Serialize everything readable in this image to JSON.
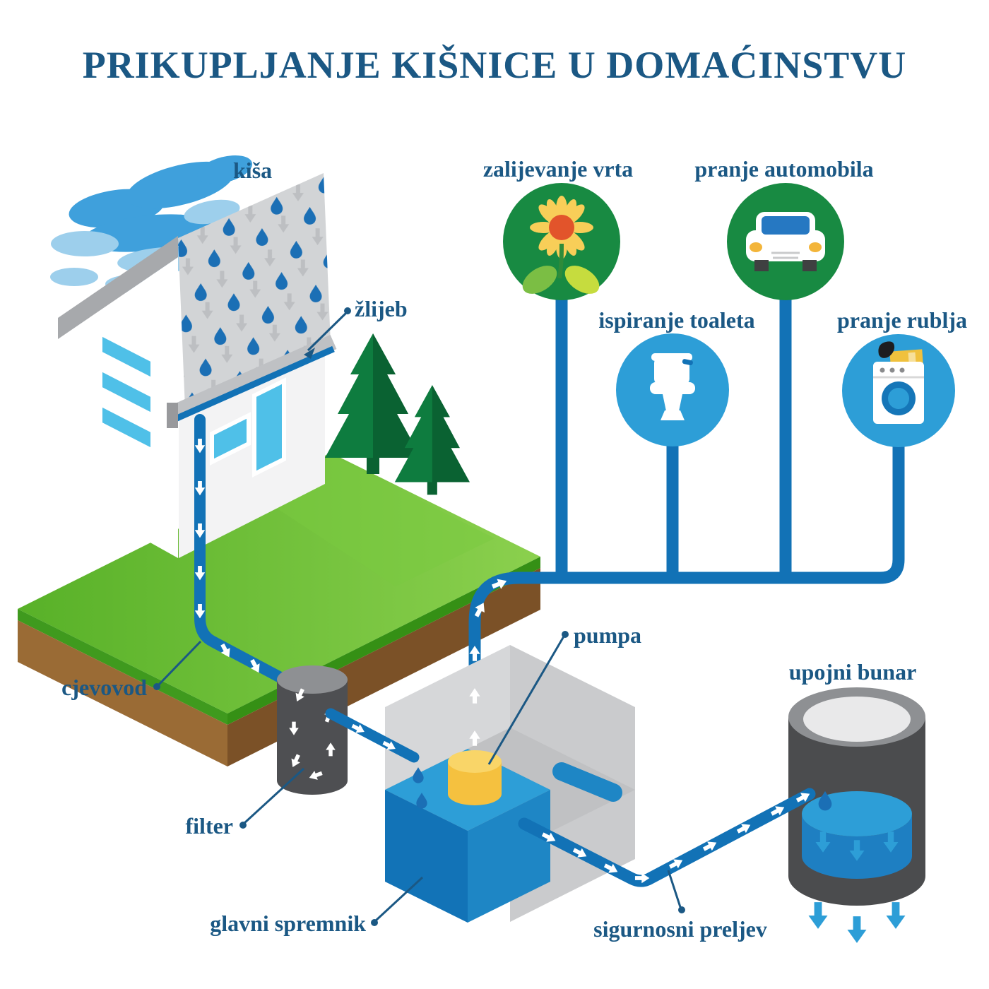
{
  "title": "PRIKUPLJANJE KIŠNICE U DOMAĆINSTVU",
  "labels": {
    "rain": "kiša",
    "gutter": "žlijeb",
    "downpipe": "cjevovod",
    "filter": "filter",
    "main_tank": "glavni spremnik",
    "pump": "pumpa",
    "safety_overflow": "sigurnosni preljev",
    "soakaway_well": "upojni bunar"
  },
  "uses": {
    "garden_watering": "zalijevanje vrta",
    "car_washing": "pranje automobila",
    "toilet_flushing": "ispiranje toaleta",
    "laundry_washing": "pranje rublja"
  },
  "colors": {
    "label_text": "#1B5884",
    "pipe_blue": "#1272B6",
    "water_light": "#2D9ED7",
    "water_dark": "#1E7FC2",
    "circle_green": "#188A42",
    "circle_blue": "#2D9ED7",
    "grass_green": "#61BB2D",
    "soil_brown": "#9A6B35",
    "roof_gray": "#D2D4D6",
    "filter_gray": "#4E4F52",
    "pump_yellow": "#F5C13F",
    "cloud_blue": "#3FA0DC",
    "cloud_light": "#9DCFEC"
  }
}
